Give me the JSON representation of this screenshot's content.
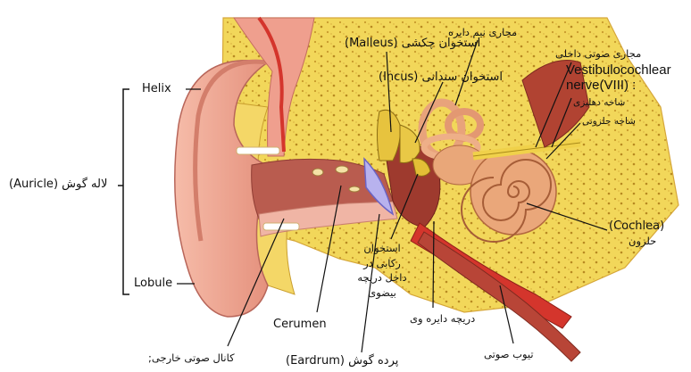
{
  "labels": {
    "helix": "Helix",
    "auricle": "لاله گوش (Auricle)",
    "lobule": "Lobule",
    "malleus": "(Malleus) استخوان چکشی",
    "semicircular": "مجاری نیم دایره",
    "incus": "(Incus) استخوان سندانی",
    "internal_canal": "مجاری صوتی داخلی",
    "vestibulocochlear": "Vestibulocochlear nerve(VIII) :",
    "vestibular_branch": "شاخه دهلیزی",
    "cochlear_branch": "شاخه حلزونی",
    "cochlea_en": "(Cochlea)",
    "cochlea_fa": "حلزون",
    "stapes": "استخوان رکابی در داخل دریچه بیضوی",
    "round_window": "دریچه دایره وی",
    "cerumen": "Cerumen",
    "eustachian": "تیوب صوتی",
    "external_canal": "کانال صوتی خارجی;",
    "eardrum": "پرده گوش (Eardrum)"
  },
  "colors": {
    "skin": "#ec9d8b",
    "bone": "#f3dc63",
    "canal": "#b65a4e",
    "vessel": "#d4352c",
    "cochlea": "#e9a779",
    "nerve": "#f0d14a"
  }
}
